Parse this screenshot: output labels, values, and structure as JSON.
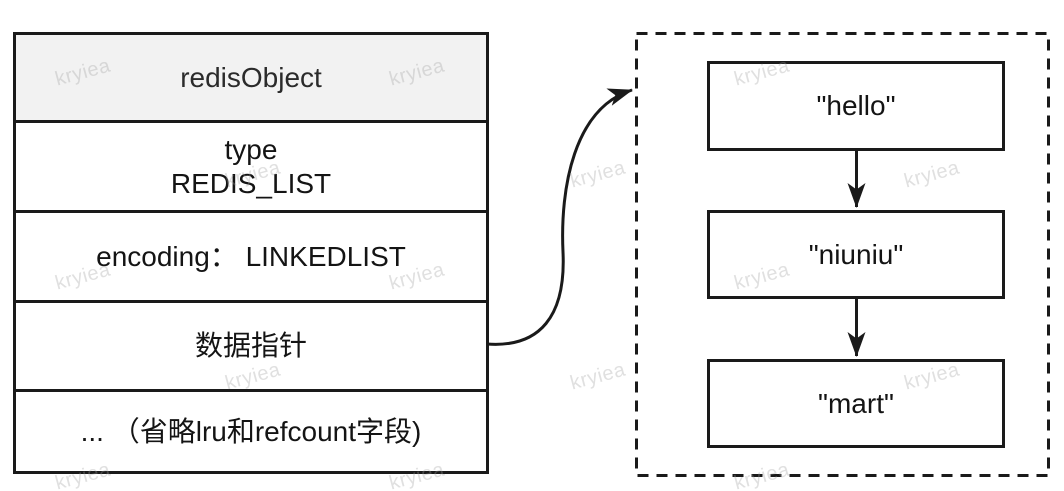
{
  "table": {
    "header": "redisObject",
    "row_type_line1": "type",
    "row_type_line2": "REDIS_LIST",
    "row_encoding": "encoding： LINKEDLIST",
    "row_pointer": "数据指针",
    "row_omitted": "... （省略lru和refcount字段)"
  },
  "list": {
    "node1": "\"hello\"",
    "node2": "\"niuniu\"",
    "node3": "\"mart\""
  },
  "watermark": "kryiea",
  "colors": {
    "line": "#1a1a1a",
    "header_fill": "#f2f2f2",
    "text": "#141414",
    "watermark": "#9e9e9e"
  }
}
